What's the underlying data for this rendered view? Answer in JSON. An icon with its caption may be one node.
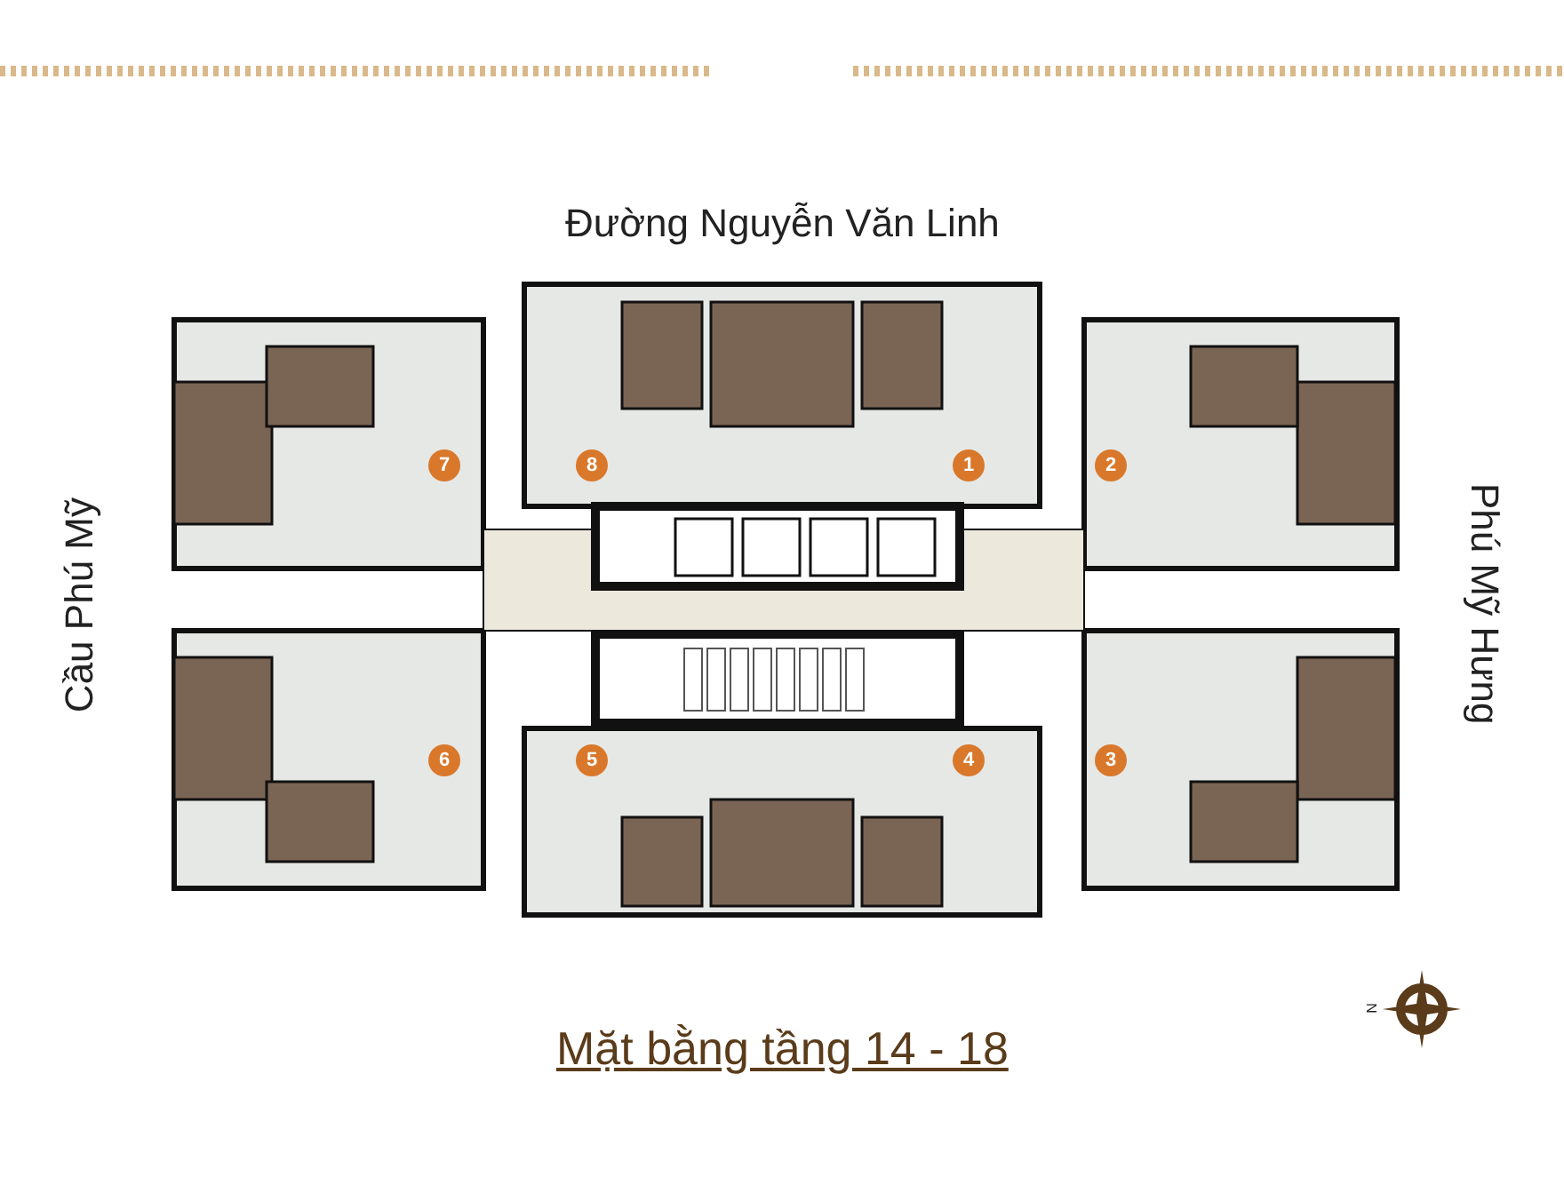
{
  "diagram": {
    "caption": "Mặt bằng tầng 14 - 18",
    "labels": [
      "Đường Nguyễn Văn Linh",
      "7",
      "8",
      "1",
      "2",
      "Cầu Phú Mỹ",
      "Phú Mỹ Hưng",
      "6",
      "5",
      "4",
      "3",
      "N"
    ]
  }
}
